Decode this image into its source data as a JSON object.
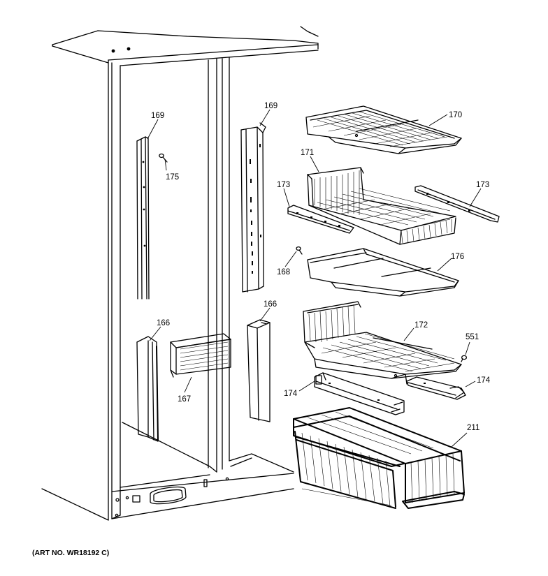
{
  "parts": [
    {
      "id": "p169a",
      "label": "169"
    },
    {
      "id": "p175",
      "label": "175"
    },
    {
      "id": "p169b",
      "label": "169"
    },
    {
      "id": "p170",
      "label": "170"
    },
    {
      "id": "p171",
      "label": "171"
    },
    {
      "id": "p173a",
      "label": "173"
    },
    {
      "id": "p173b",
      "label": "173"
    },
    {
      "id": "p168",
      "label": "168"
    },
    {
      "id": "p176",
      "label": "176"
    },
    {
      "id": "p166a",
      "label": "166"
    },
    {
      "id": "p166b",
      "label": "166"
    },
    {
      "id": "p172",
      "label": "172"
    },
    {
      "id": "p551",
      "label": "551"
    },
    {
      "id": "p167",
      "label": "167"
    },
    {
      "id": "p174a",
      "label": "174"
    },
    {
      "id": "p174b",
      "label": "174"
    },
    {
      "id": "p211",
      "label": "211"
    }
  ],
  "art_number": "(ART NO. WR18192 C)"
}
